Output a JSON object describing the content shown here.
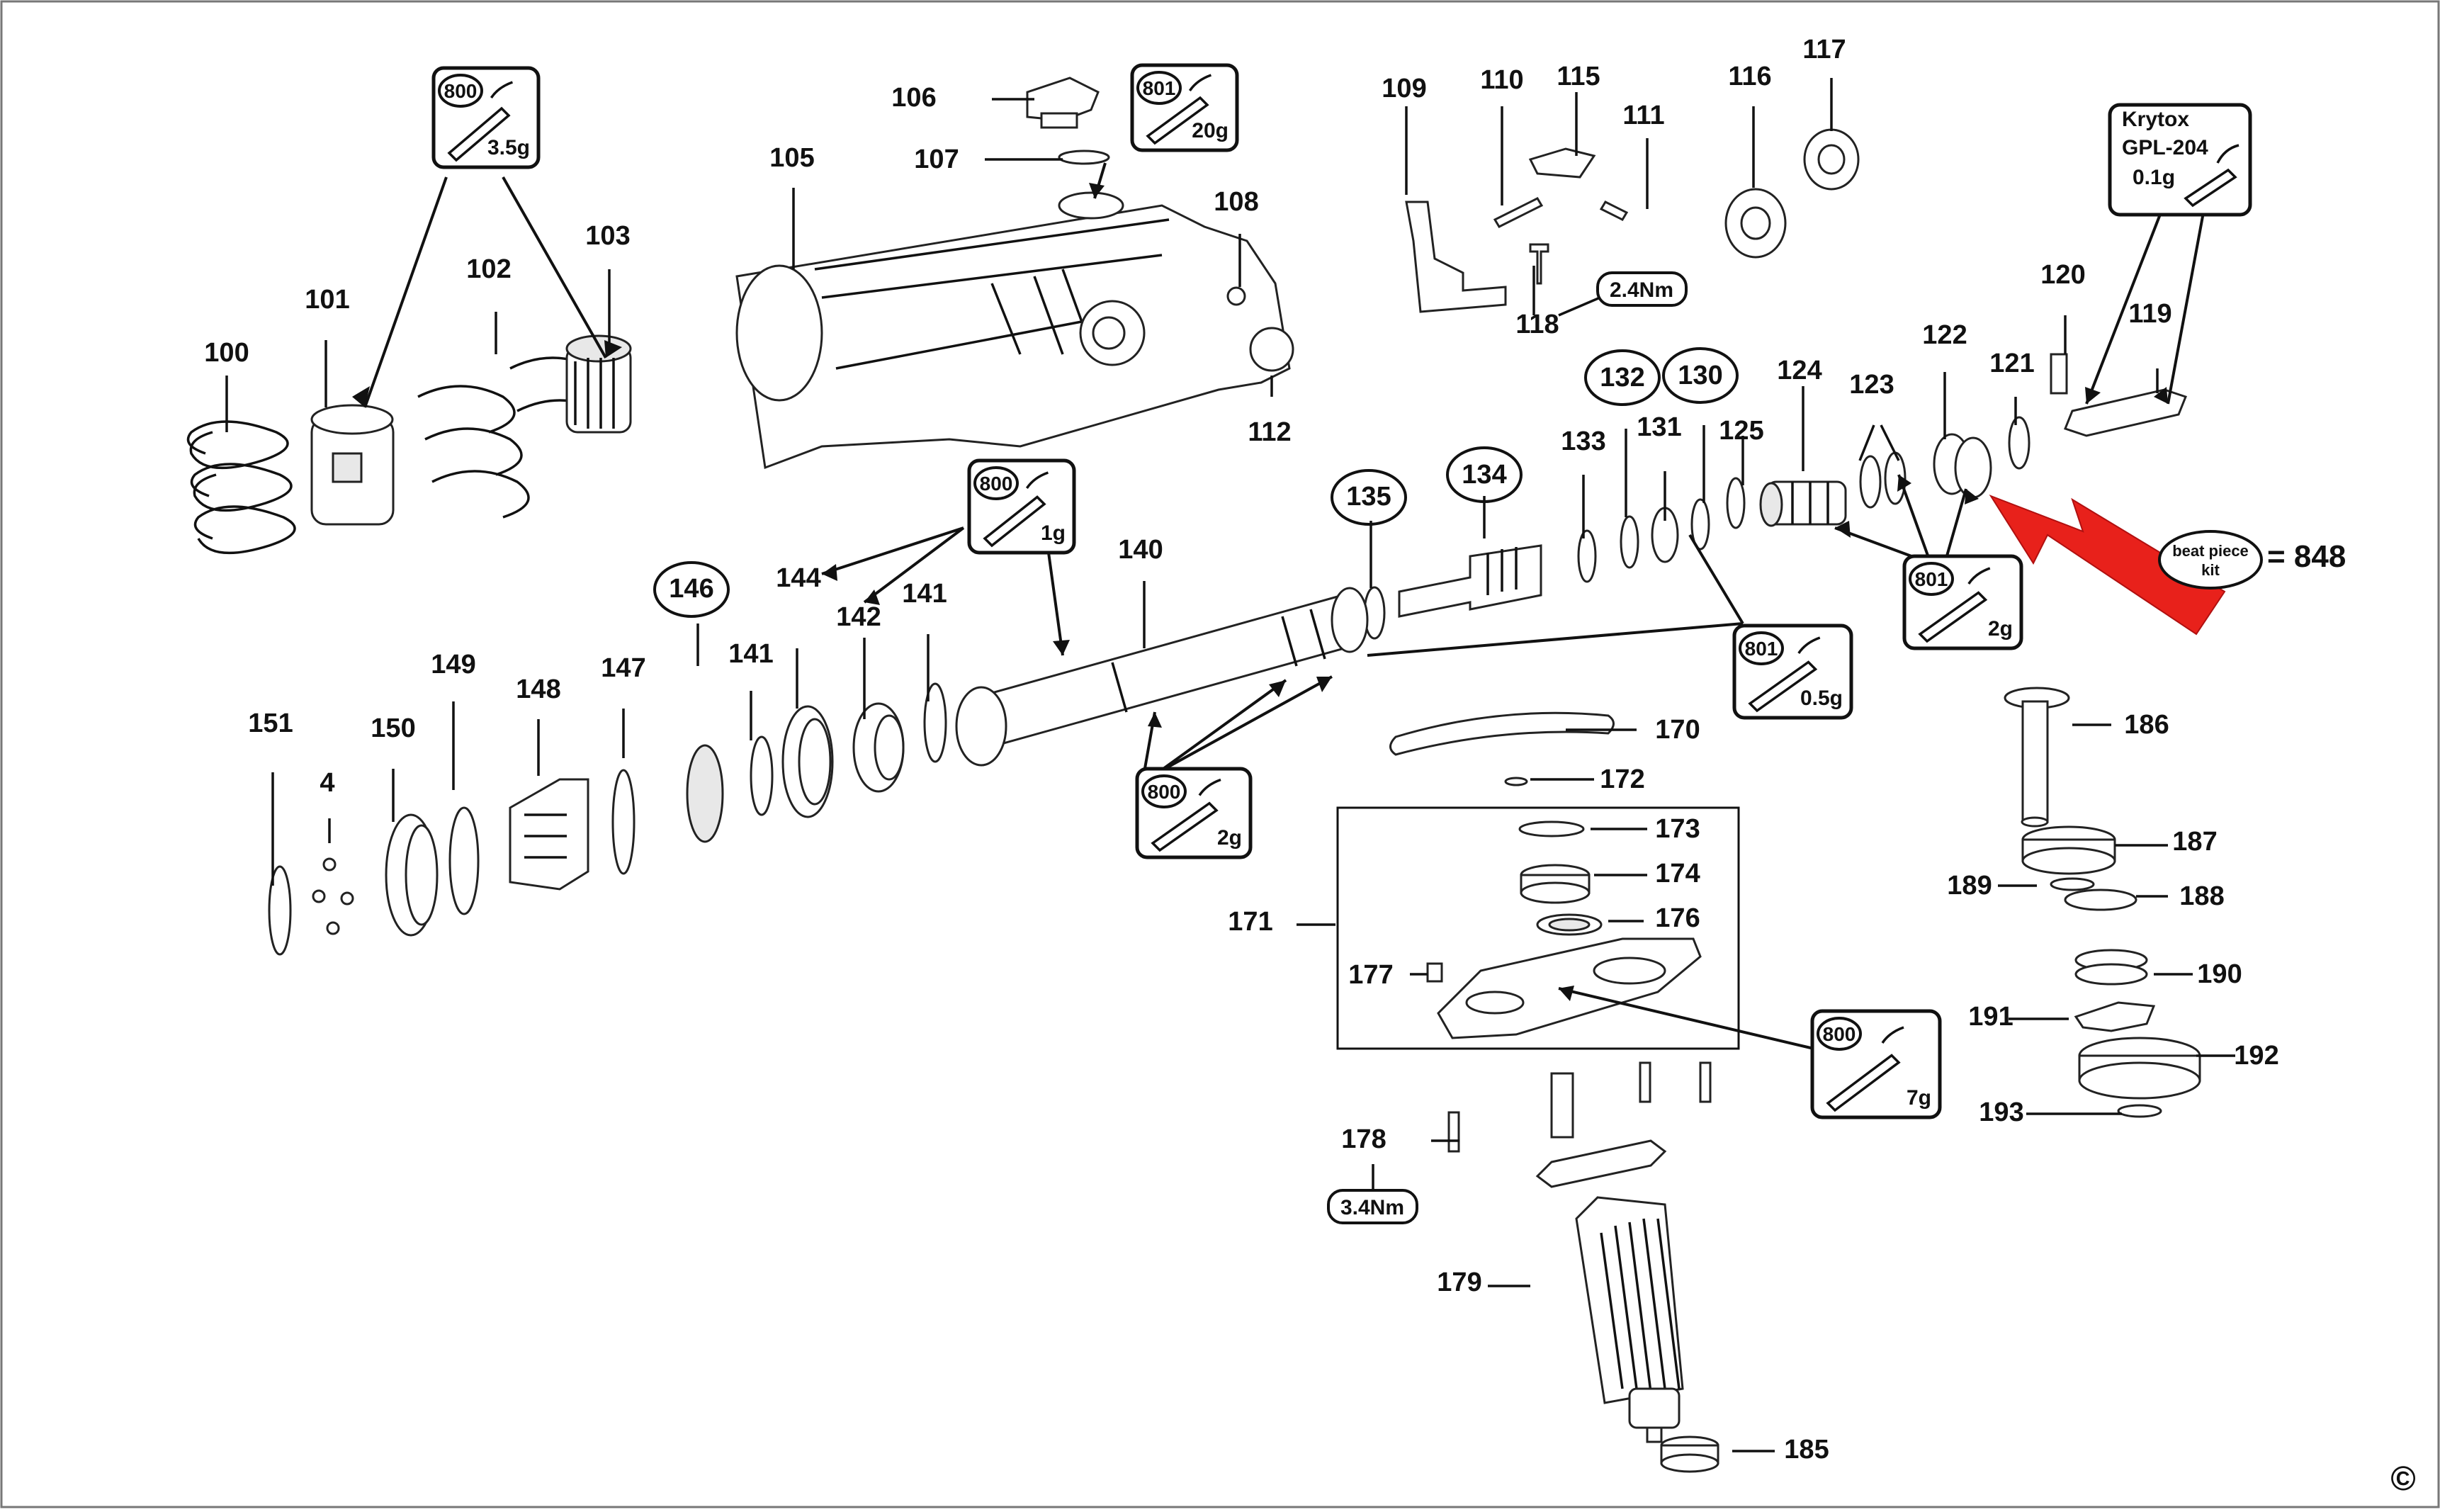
{
  "diagram": {
    "part_labels": [
      "100",
      "101",
      "102",
      "103",
      "105",
      "106",
      "107",
      "108",
      "109",
      "110",
      "111",
      "112",
      "115",
      "116",
      "117",
      "118",
      "119",
      "120",
      "121",
      "122",
      "123",
      "124",
      "125",
      "130",
      "131",
      "132",
      "133",
      "134",
      "135",
      "140",
      "141",
      "141",
      "142",
      "144",
      "146",
      "147",
      "148",
      "149",
      "150",
      "151",
      "4",
      "170",
      "171",
      "172",
      "173",
      "174",
      "176",
      "177",
      "178",
      "179",
      "185",
      "186",
      "187",
      "188",
      "189",
      "190",
      "191",
      "192",
      "193"
    ],
    "circled_labels": [
      "132",
      "130",
      "134",
      "135",
      "146"
    ],
    "grease_callouts": [
      {
        "code": "800",
        "amount": "3.5g"
      },
      {
        "code": "801",
        "amount": "20g"
      },
      {
        "code": "800",
        "amount": "1g"
      },
      {
        "code": "801",
        "amount": "0.5g"
      },
      {
        "code": "801",
        "amount": "2g"
      },
      {
        "code": "800",
        "amount": "2g"
      },
      {
        "code": "800",
        "amount": "7g"
      }
    ],
    "krytox_callout": {
      "name_line1": "Krytox",
      "name_line2": "GPL-204",
      "amount": "0.1g"
    },
    "torque_labels": [
      "2.4Nm",
      "3.4Nm"
    ],
    "kit_label": {
      "line1": "beat piece",
      "line2": "kit",
      "value": "= 848"
    },
    "copyright": "©",
    "accent_color": "#e8211b"
  }
}
